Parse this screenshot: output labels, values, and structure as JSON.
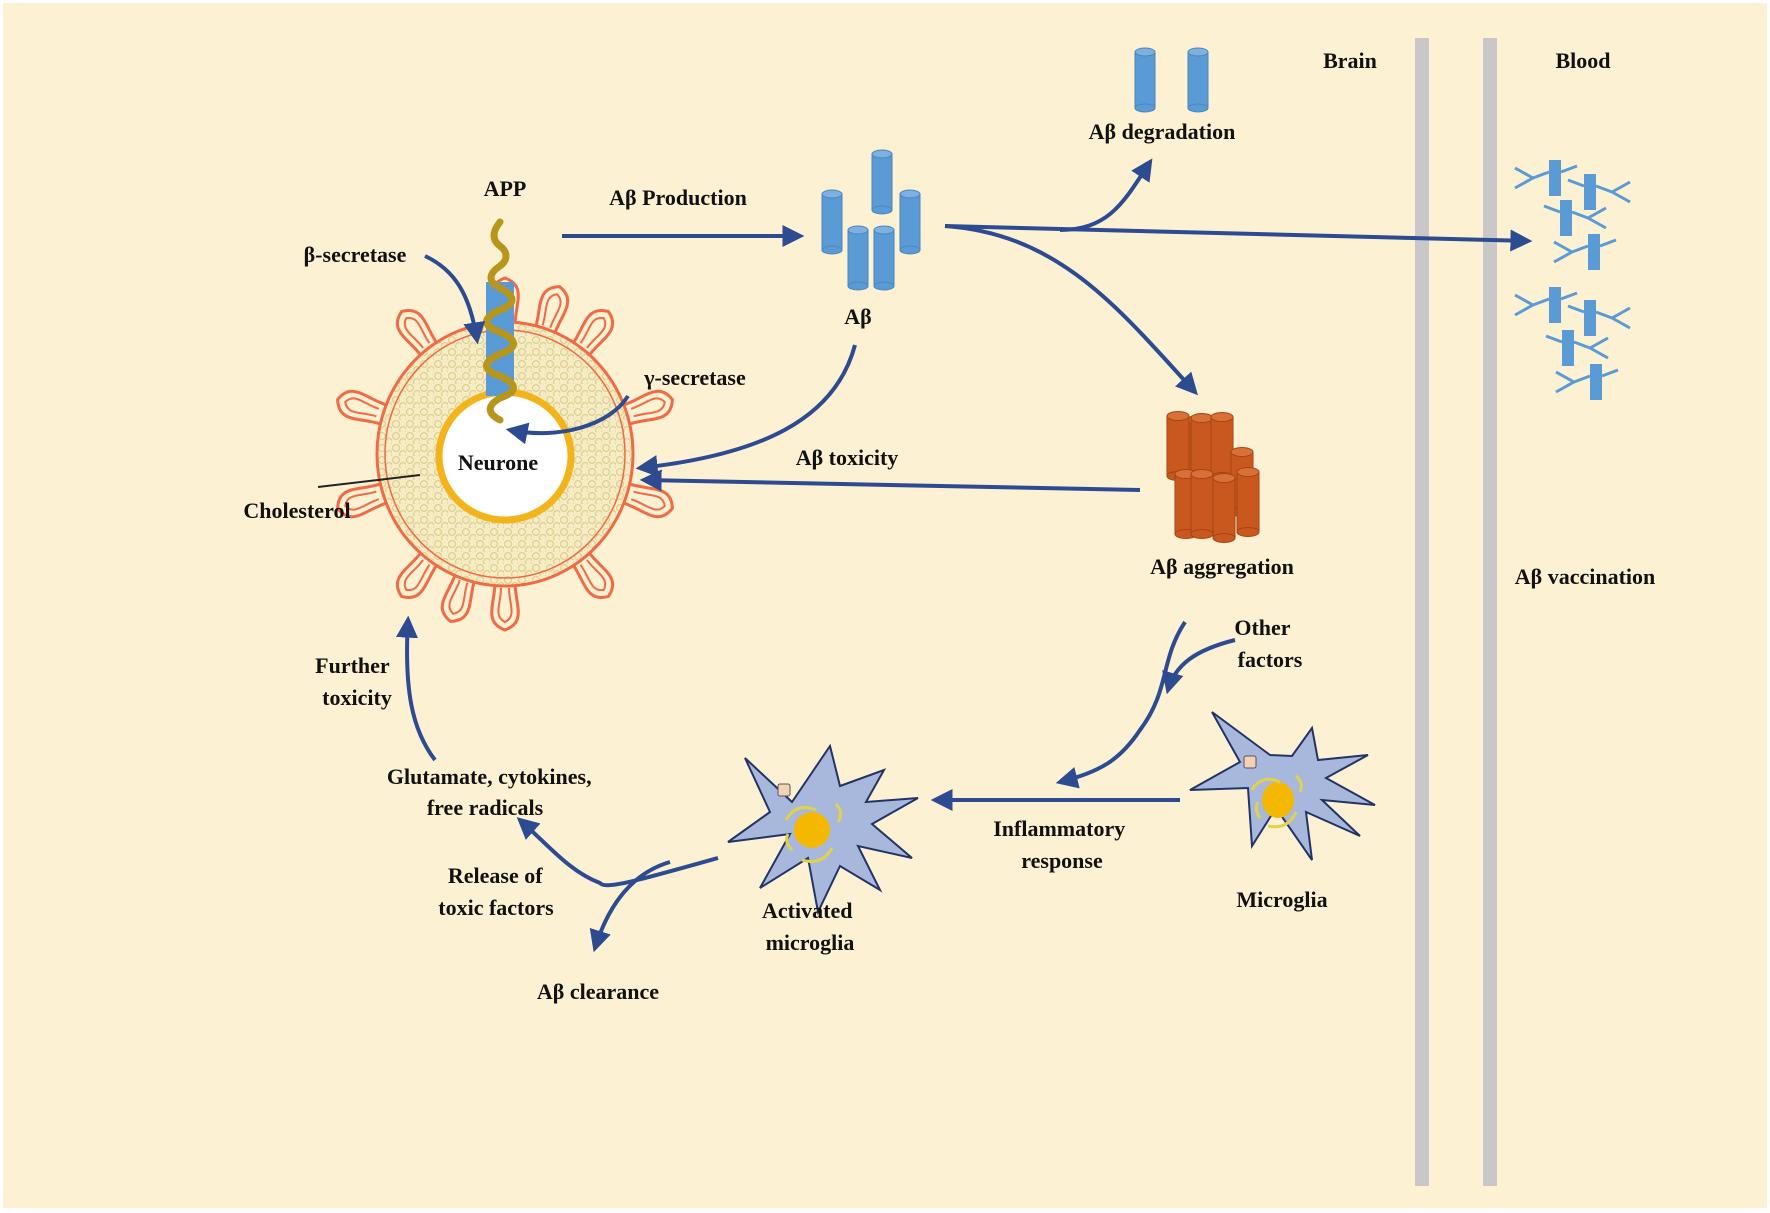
{
  "colors": {
    "background": "#fdf1d3",
    "arrow": "#2d4b91",
    "amyloid_monomer": "#5b9bd5",
    "amyloid_aggregate": "#c9581e",
    "app_coil": "#b8961b",
    "membrane": "#ef6a45",
    "nucleus_ring": "#f2b41a",
    "microglia_body": "#a8b8dc",
    "microglia_nucleus": "#f5b800",
    "barrier": "#c8c8c8"
  },
  "labels": {
    "brain": "Brain",
    "blood": "Blood",
    "app": "APP",
    "beta_secretase": "β-secretase",
    "gamma_secretase": "γ-secretase",
    "neurone": "Neurone",
    "cholesterol": "Cholesterol",
    "abeta_production": "Aβ Production",
    "abeta": "Aβ",
    "abeta_degradation": "Aβ degradation",
    "abeta_toxicity": "Aβ toxicity",
    "abeta_aggregation": "Aβ aggregation",
    "abeta_vaccination": "Aβ vaccination",
    "other_factors": [
      "Other",
      "factors"
    ],
    "further_toxicity": [
      "Further",
      "toxicity"
    ],
    "glutamate": [
      "Glutamate, cytokines,",
      "free radicals"
    ],
    "release_toxic": [
      "Release of",
      "toxic factors"
    ],
    "abeta_clearance": "Aβ clearance",
    "activated_microglia": [
      "Activated",
      "microglia"
    ],
    "inflammatory_response": [
      "Inflammatory",
      "response"
    ],
    "microglia": "Microglia"
  }
}
